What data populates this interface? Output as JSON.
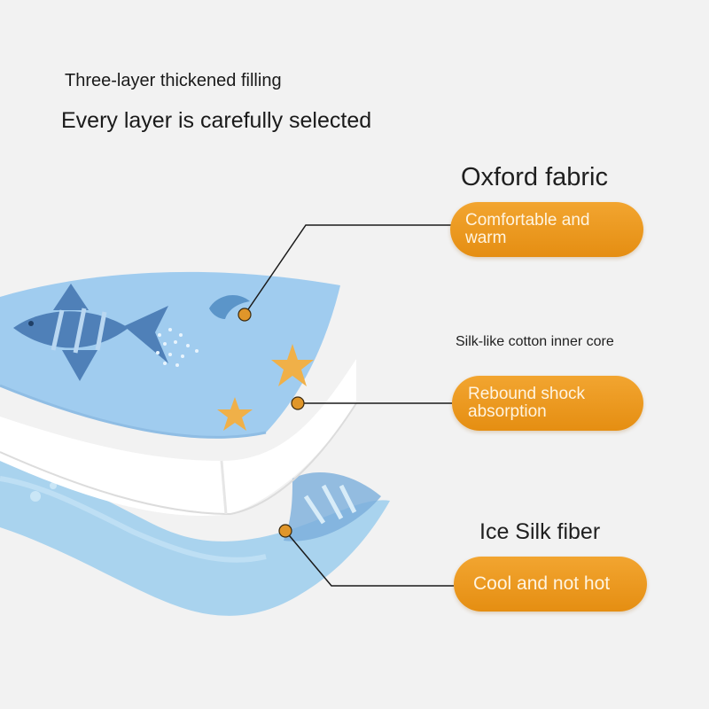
{
  "headline": {
    "sub": "Three-layer thickened filling",
    "main": "Every layer is carefully selected"
  },
  "layers": [
    {
      "title": "Oxford fabric",
      "feature": "Comfortable and warm"
    },
    {
      "title": "Silk-like cotton inner core",
      "feature": "Rebound shock absorption"
    },
    {
      "title": "Ice Silk fiber",
      "feature": "Cool and not hot"
    }
  ],
  "colors": {
    "background": "#f2f2f2",
    "pill": "#ec9a22",
    "pill_text": "#fff4e0",
    "marker": "#e0962a",
    "top_fabric": "#9fcbee",
    "bottom_fabric": "#a8d4ee"
  }
}
